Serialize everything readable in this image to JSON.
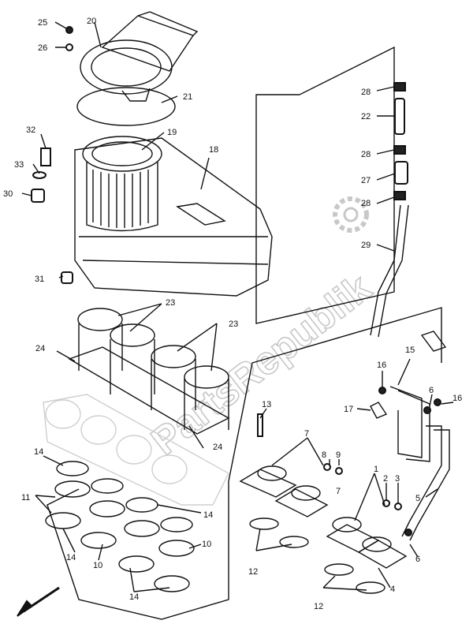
{
  "watermark": "PartsRepublik",
  "callouts": {
    "c25": "25",
    "c20": "20",
    "c26": "26",
    "c21": "21",
    "c32": "32",
    "c19": "19",
    "c18": "18",
    "c33": "33",
    "c30": "30",
    "c31": "31",
    "c23a": "23",
    "c23b": "23",
    "c24a": "24",
    "c24b": "24",
    "c28a": "28",
    "c22": "22",
    "c28b": "28",
    "c27": "27",
    "c28c": "28",
    "c29": "29",
    "c16a": "16",
    "c15": "15",
    "c6a": "6",
    "c16b": "16",
    "c17": "17",
    "c13": "13",
    "c7a": "7",
    "c8": "8",
    "c9": "9",
    "c7b": "7",
    "c1": "1",
    "c2": "2",
    "c3": "3",
    "c5": "5",
    "c6b": "6",
    "c4": "4",
    "c12a": "12",
    "c12b": "12",
    "c14a": "14",
    "c11": "11",
    "c14b": "14",
    "c14c": "14",
    "c10a": "10",
    "c10b": "10",
    "c14d": "14"
  }
}
